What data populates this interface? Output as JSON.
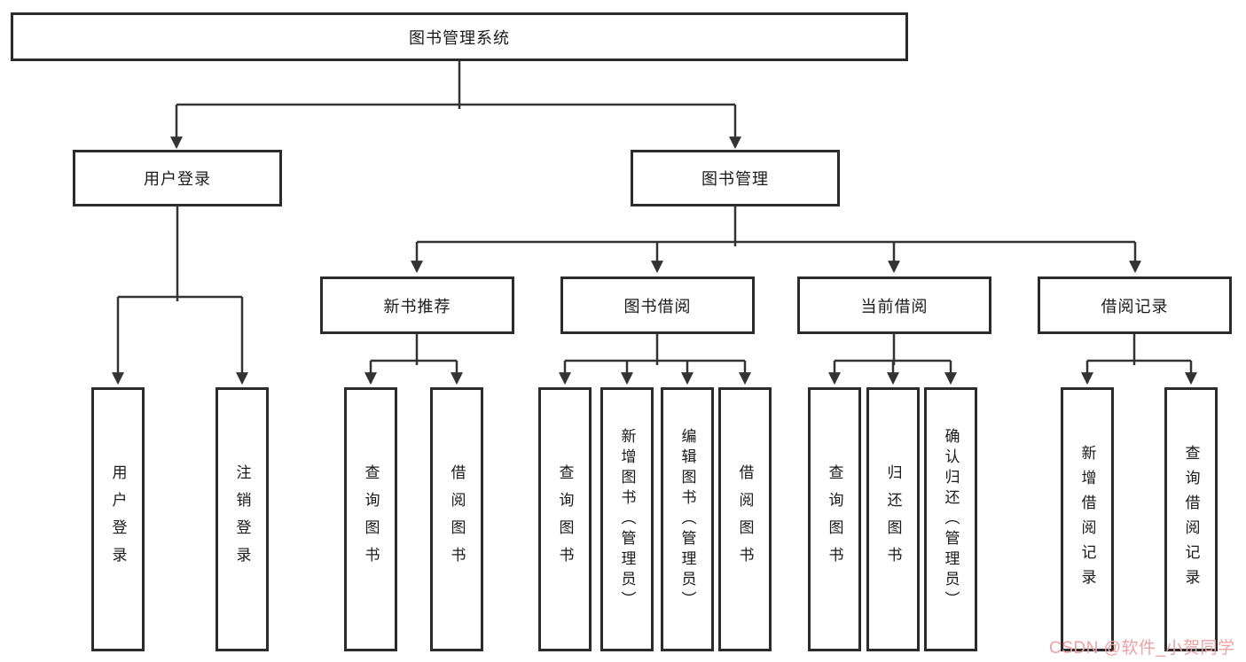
{
  "diagram": {
    "root": {
      "label": "图书管理系统"
    },
    "level1": [
      {
        "id": "user-login",
        "label": "用户登录"
      },
      {
        "id": "book-management",
        "label": "图书管理"
      }
    ],
    "level2": [
      {
        "id": "new-book-recommend",
        "label": "新书推荐"
      },
      {
        "id": "book-borrow",
        "label": "图书借阅"
      },
      {
        "id": "current-borrow",
        "label": "当前借阅"
      },
      {
        "id": "borrow-record",
        "label": "借阅记录"
      }
    ],
    "leaves": {
      "user_login": [
        "用户登录",
        "注销登录"
      ],
      "new_book_recommend": [
        "查询图书",
        "借阅图书"
      ],
      "book_borrow": [
        "查询图书",
        "新增图书（管理员）",
        "编辑图书（管理员）",
        "借阅图书"
      ],
      "current_borrow": [
        "查询图书",
        "归还图书",
        "确认归还（管理员）"
      ],
      "borrow_record": [
        "新增借阅记录",
        "查询借阅记录"
      ]
    }
  },
  "watermark": {
    "text": "CSDN @软件_小贺同学",
    "color": "#F0A0A3"
  },
  "colors": {
    "line": "#333333",
    "box_border": "#2B2B2B",
    "text": "#1A1A1A",
    "background": "#FFFFFF"
  }
}
